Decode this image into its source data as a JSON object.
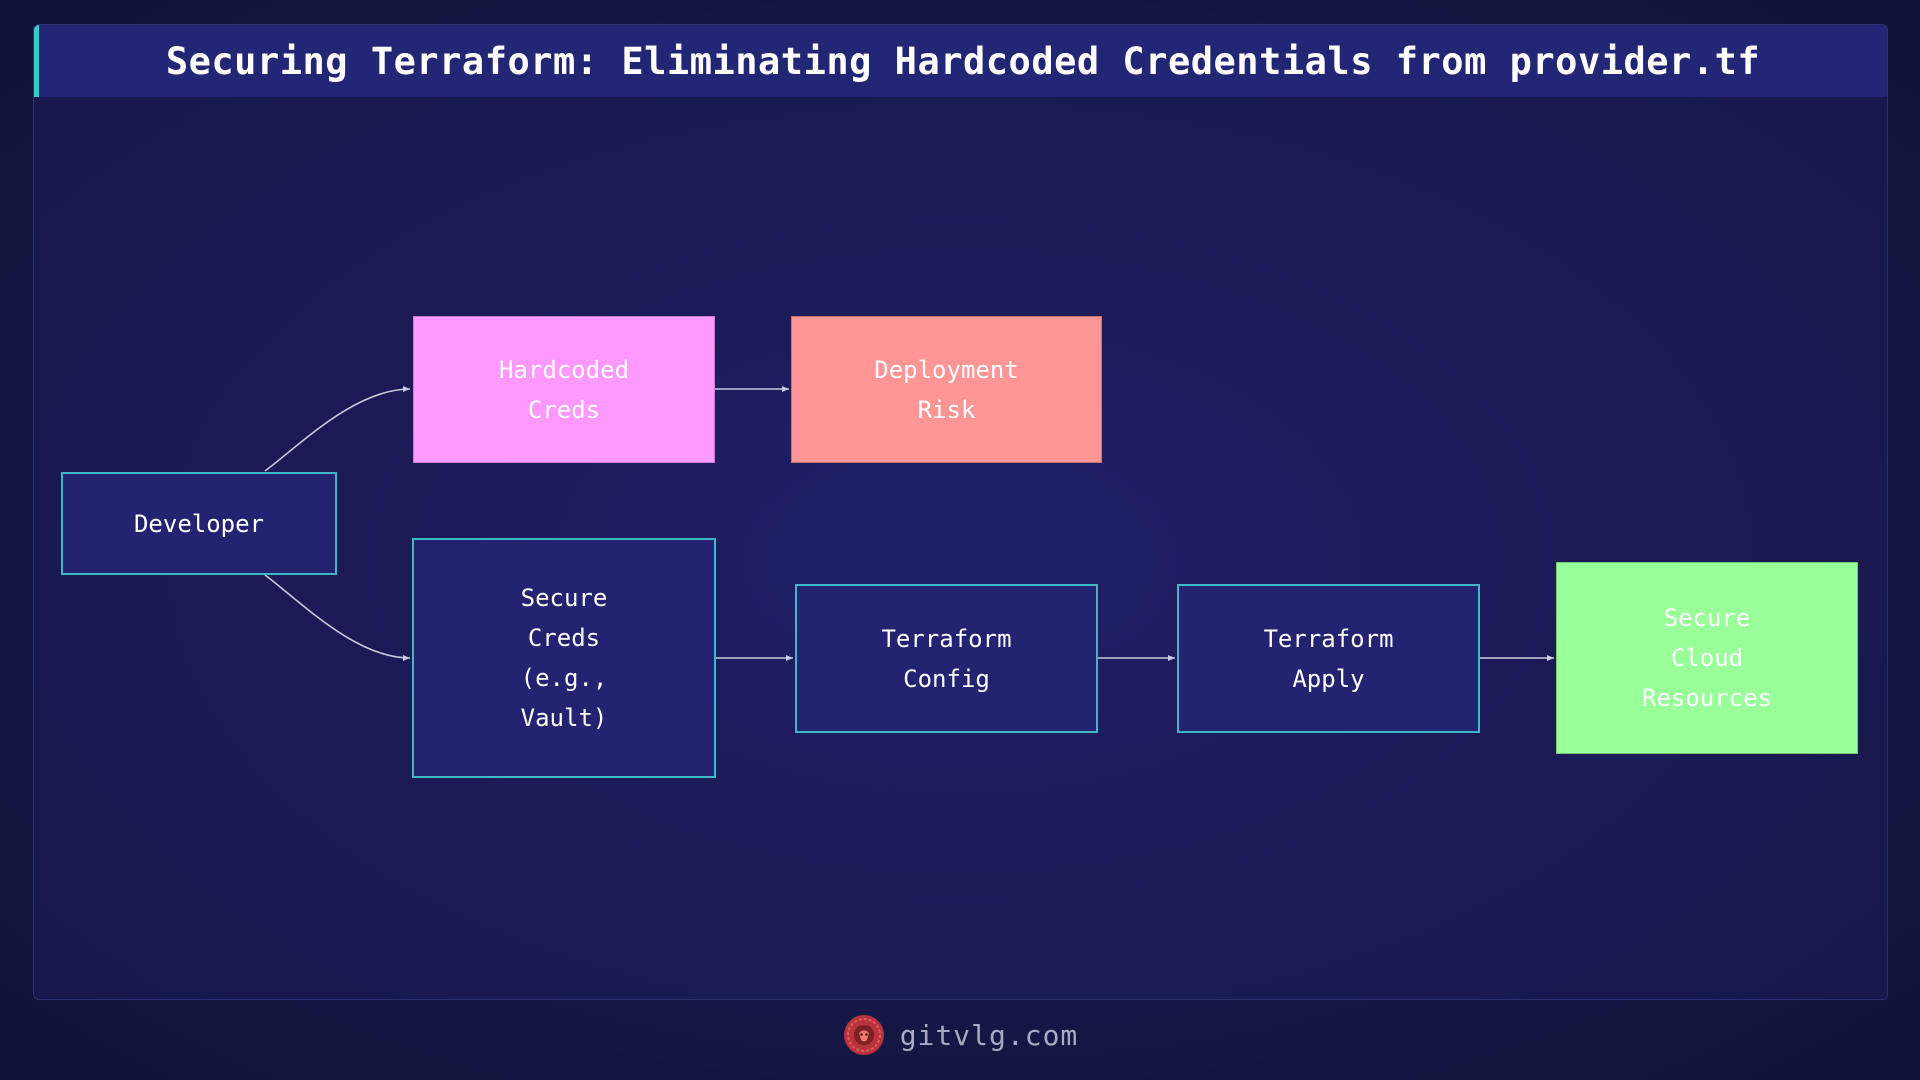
{
  "title": "Securing Terraform: Eliminating Hardcoded Credentials from provider.tf",
  "nodes": {
    "developer": "Developer",
    "hardcoded_creds": "Hardcoded\nCreds",
    "deployment_risk": "Deployment\nRisk",
    "secure_creds": "Secure\nCreds\n(e.g.,\nVault)",
    "terraform_config": "Terraform\nConfig",
    "terraform_apply": "Terraform\nApply",
    "secure_cloud_resources": "Secure\nCloud\nResources"
  },
  "edges": [
    {
      "from": "Developer",
      "to": "Hardcoded Creds"
    },
    {
      "from": "Developer",
      "to": "Secure Creds (e.g., Vault)"
    },
    {
      "from": "Hardcoded Creds",
      "to": "Deployment Risk"
    },
    {
      "from": "Secure Creds (e.g., Vault)",
      "to": "Terraform Config"
    },
    {
      "from": "Terraform Config",
      "to": "Terraform Apply"
    },
    {
      "from": "Terraform Apply",
      "to": "Secure Cloud Resources"
    }
  ],
  "colors": {
    "background": "#1b1a56",
    "title_bar": "#232575",
    "accent": "#3cc9c5",
    "node_dark": "#232372",
    "node_hardcoded": "#ff99ff",
    "node_risk": "#ff9595",
    "node_secure_result": "#99ff99",
    "edge": "#c9c9e0"
  },
  "footer": {
    "site": "gitvlg.com",
    "logo_icon": "lion-logo-icon"
  }
}
